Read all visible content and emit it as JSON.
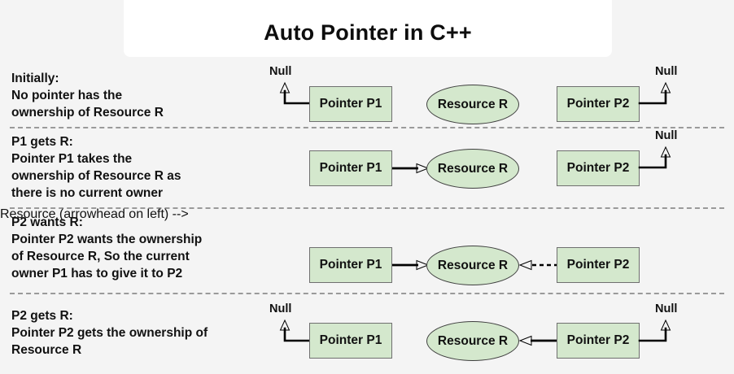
{
  "page": {
    "background_color": "#f4f4f4",
    "title": "Auto Pointer in C++",
    "title_card_color": "#ffffff"
  },
  "palette": {
    "node_fill": "#d4e8cd",
    "node_border": "#6f6f6f",
    "text": "#111111",
    "separator": "#9a9a9a",
    "arrow": "#000000"
  },
  "labels": {
    "null": "Null",
    "pointer_p1": "Pointer P1",
    "pointer_p2": "Pointer P2",
    "resource_r": "Resource R"
  },
  "rows": [
    {
      "id": "initially",
      "caption_lines": [
        "Initially:",
        "No pointer has the",
        "ownership of Resource R"
      ],
      "p1_target": "null",
      "p2_target": "null",
      "p1_arrow_style": "solid",
      "p2_arrow_style": "solid",
      "resource_owned": false
    },
    {
      "id": "p1-gets-r",
      "caption_lines": [
        "P1 gets R:",
        "Pointer P1 takes the",
        "ownership of Resource R as",
        "there is no current owner"
      ],
      "p1_target": "resource",
      "p2_target": "null",
      "p1_arrow_style": "solid",
      "p2_arrow_style": "solid",
      "resource_owned": true
    },
    {
      "id": "p2-wants-r",
      "caption_lines": [
        "P2 wants R:",
        "Pointer P2 wants the ownership",
        "of Resource R, So the current",
        "owner P1 has to give it to P2"
      ],
      "p1_target": "resource",
      "p2_target": "resource",
      "p1_arrow_style": "solid",
      "p2_arrow_style": "dashed",
      "resource_owned": true
    },
    {
      "id": "p2-gets-r",
      "caption_lines": [
        "P2 gets R:",
        "Pointer P2 gets the ownership of",
        "Resource R"
      ],
      "p1_target": "null",
      "p2_target": "resource",
      "p1_arrow_style": "solid",
      "p2_arrow_style": "solid",
      "resource_owned": true
    }
  ]
}
